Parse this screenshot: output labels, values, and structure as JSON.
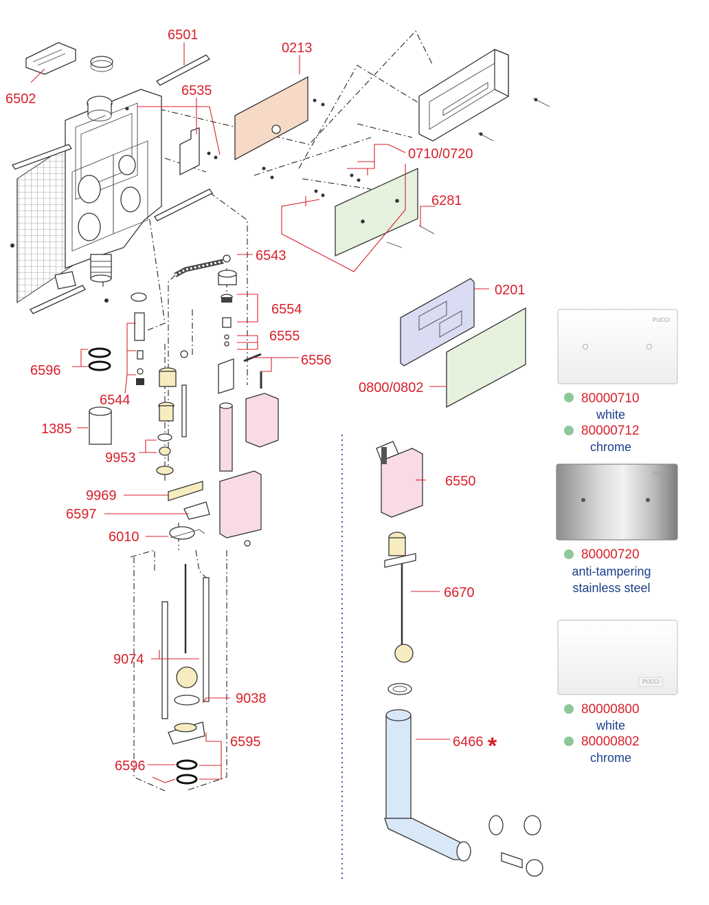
{
  "part_labels": {
    "p6501": "6501",
    "p6502": "6502",
    "p6535": "6535",
    "p0213": "0213",
    "p0710": "0710/0720",
    "p6281": "6281",
    "p6543": "6543",
    "p0201": "0201",
    "p6554": "6554",
    "p6555": "6555",
    "p6556": "6556",
    "p6596a": "6596",
    "p6544": "6544",
    "p0800": "0800/0802",
    "p1385": "1385",
    "p9953": "9953",
    "p6550": "6550",
    "p9969": "9969",
    "p6597": "6597",
    "p6010": "6010",
    "p6670": "6670",
    "p9074": "9074",
    "p9038": "9038",
    "p6595": "6595",
    "p6466": "6466",
    "p6596b": "6596"
  },
  "asterisk": "*",
  "plates": [
    {
      "brand": "PUCCI",
      "finish": "white",
      "options": [
        {
          "code": "80000710",
          "desc": [
            "white"
          ]
        },
        {
          "code": "80000712",
          "desc": [
            "chrome"
          ]
        }
      ]
    },
    {
      "brand": "PUCCI",
      "finish": "steel",
      "options": [
        {
          "code": "80000720",
          "desc": [
            "anti-tampering",
            "stainless steel"
          ]
        }
      ]
    },
    {
      "brand": "PUCCI",
      "finish": "white",
      "options": [
        {
          "code": "80000800",
          "desc": [
            "white"
          ]
        },
        {
          "code": "80000802",
          "desc": [
            "chrome"
          ]
        }
      ]
    }
  ],
  "colors": {
    "label_red": "#d81f2a",
    "caption_blue": "#1a3e8a",
    "bullet_green": "#8dc79a",
    "divider_blue": "#2a5aa8",
    "peach": "#f6d9c6",
    "pale_green": "#e6f2de",
    "pale_pink": "#f8dbe6",
    "pale_blue": "#d8e8f6",
    "pale_yellow": "#f6ecc0",
    "lilac": "#d9dcf2"
  }
}
